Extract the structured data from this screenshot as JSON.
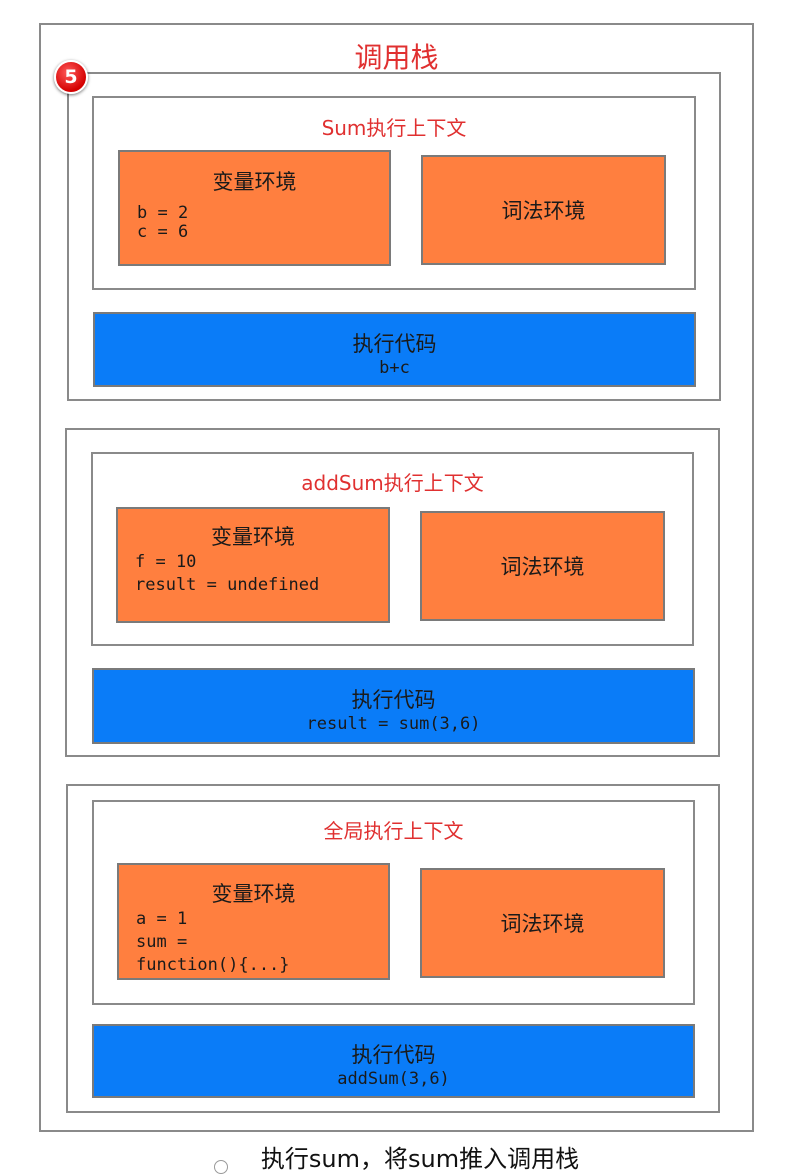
{
  "stack": {
    "title": "调用栈",
    "badge": "5",
    "frames": [
      {
        "context_title": "Sum执行上下文",
        "variable_env": {
          "title": "变量环境",
          "lines": [
            "b = 2",
            "c = 6"
          ]
        },
        "lexical_env": {
          "title": "词法环境"
        },
        "exec_code": {
          "title": "执行代码",
          "code": "b+c"
        }
      },
      {
        "context_title": "addSum执行上下文",
        "variable_env": {
          "title": "变量环境",
          "lines": [
            "f = 10",
            "result = undefined"
          ]
        },
        "lexical_env": {
          "title": "词法环境"
        },
        "exec_code": {
          "title": "执行代码",
          "code": "result = sum(3,6)"
        }
      },
      {
        "context_title": "全局执行上下文",
        "variable_env": {
          "title": "变量环境",
          "lines": [
            "a = 1",
            "sum =",
            "function(){...}"
          ]
        },
        "lexical_env": {
          "title": "词法环境"
        },
        "exec_code": {
          "title": "执行代码",
          "code": "addSum(3,6)"
        }
      }
    ]
  },
  "caption": "执行sum，将sum推入调用栈",
  "colors": {
    "title_red": "#e03030",
    "env_orange": "#ff7f3f",
    "exec_blue": "#0a7cf8",
    "border_gray": "#8a8a8a"
  }
}
